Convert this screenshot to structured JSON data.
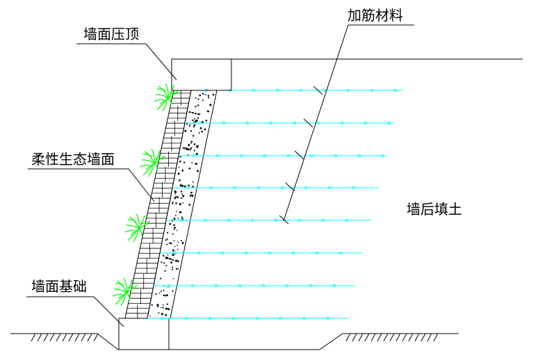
{
  "labels": {
    "coping": "墙面压顶",
    "reinforcement": "加筋材料",
    "flexible_face": "柔性生态墙面",
    "backfill": "墙后填土",
    "foundation": "墙面基础"
  },
  "colors": {
    "line": "#000000",
    "geogrid": "#00ffff",
    "plants": "#00ff00",
    "background": "#ffffff"
  },
  "icons": {
    "vegetation": "plant-icon",
    "ground": "soil-hatch-icon"
  }
}
